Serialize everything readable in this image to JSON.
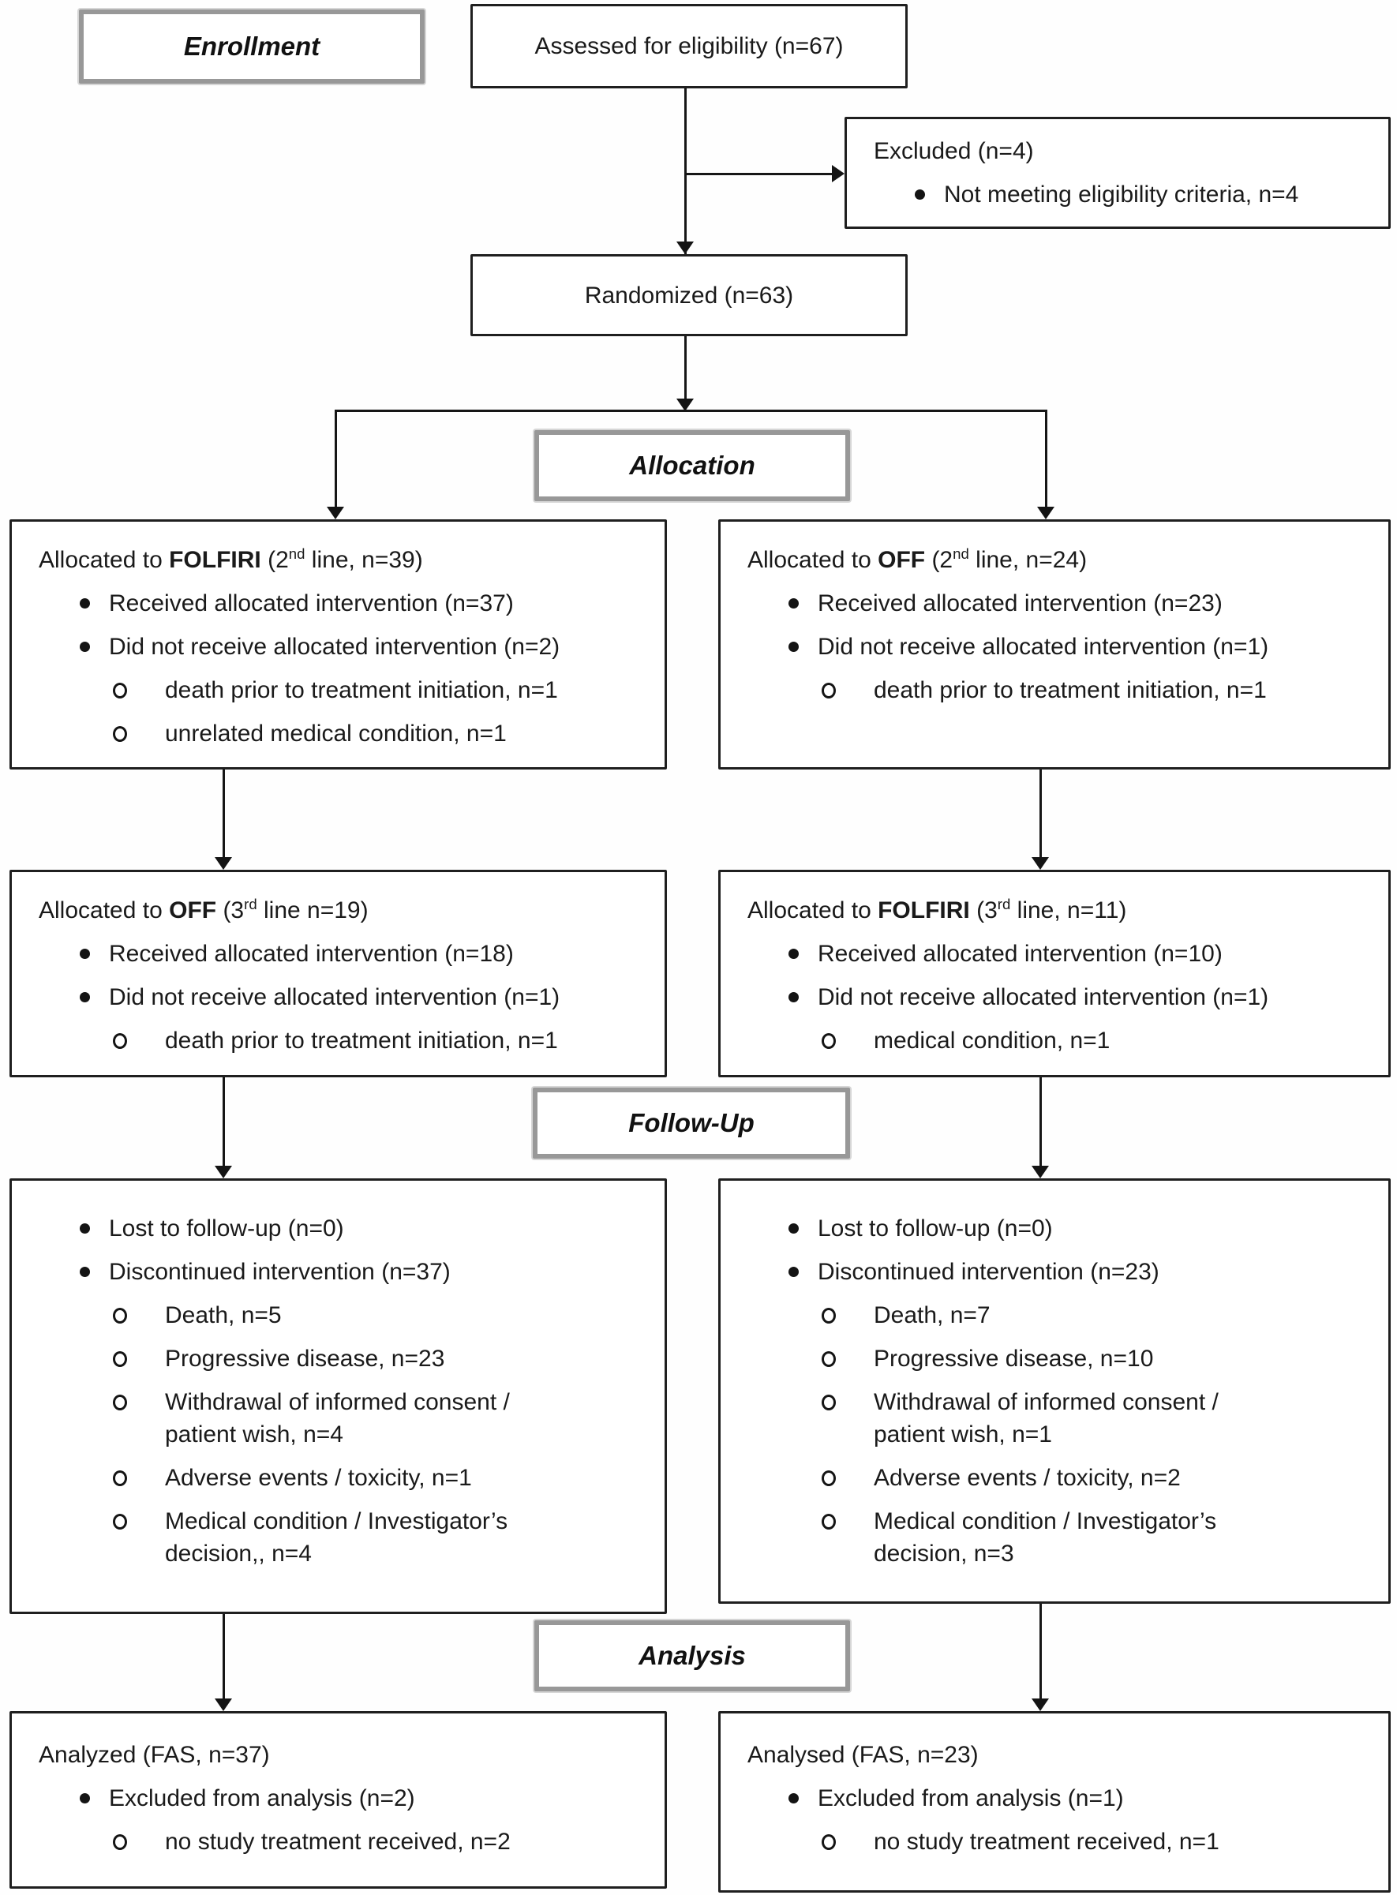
{
  "sections": {
    "enrollment": "Enrollment",
    "allocation": "Allocation",
    "follow_up": "Follow-Up",
    "analysis": "Analysis"
  },
  "assessed": {
    "text": "Assessed for eligibility (n=67)"
  },
  "excluded": {
    "title": "Excluded (n=4)",
    "items": [
      {
        "text": "Not meeting eligibility criteria, n=4"
      }
    ]
  },
  "randomized": {
    "text": "Randomized (n=63)"
  },
  "alloc_left": {
    "title_pre": "Allocated to ",
    "title_drug": "FOLFIRI",
    "title_open": " (2",
    "title_sup": "nd",
    "title_close": " line, n=39)",
    "items": [
      {
        "text": "Received allocated intervention (n=37)"
      },
      {
        "text": "Did not receive allocated intervention (n=2)"
      },
      {
        "text": "death prior to treatment initiation, n=1"
      },
      {
        "text": "unrelated medical condition, n=1"
      }
    ]
  },
  "alloc_right": {
    "title_pre": "Allocated to ",
    "title_drug": "OFF",
    "title_open": " (2",
    "title_sup": "nd",
    "title_close": " line, n=24)",
    "items": [
      {
        "text": "Received allocated intervention (n=23)"
      },
      {
        "text": "Did not receive allocated intervention (n=1)"
      },
      {
        "text": "death prior to treatment initiation, n=1"
      }
    ]
  },
  "line3_left": {
    "title_pre": "Allocated to ",
    "title_drug": "OFF",
    "title_open": " (3",
    "title_sup": "rd",
    "title_close": " line n=19)",
    "items": [
      {
        "text": "Received allocated intervention (n=18)"
      },
      {
        "text": "Did not receive allocated intervention (n=1)"
      },
      {
        "text": "death prior to treatment initiation, n=1"
      }
    ]
  },
  "line3_right": {
    "title_pre": "Allocated to ",
    "title_drug": "FOLFIRI",
    "title_open": " (3",
    "title_sup": "rd",
    "title_close": " line, n=11)",
    "items": [
      {
        "text": "Received allocated intervention (n=10)"
      },
      {
        "text": "Did not receive allocated intervention (n=1)"
      },
      {
        "text": "medical condition, n=1"
      }
    ]
  },
  "fu_left": {
    "items": [
      {
        "text": "Lost to follow-up (n=0)"
      },
      {
        "text": "Discontinued intervention (n=37)"
      },
      {
        "text": "Death, n=5"
      },
      {
        "text": "Progressive disease, n=23"
      },
      {
        "text": "Withdrawal of informed consent / patient wish, n=4"
      },
      {
        "text": "Adverse events / toxicity, n=1"
      },
      {
        "text": "Medical condition / Investigator’s decision,, n=4"
      }
    ]
  },
  "fu_right": {
    "items": [
      {
        "text": "Lost to follow-up (n=0)"
      },
      {
        "text": "Discontinued intervention (n=23)"
      },
      {
        "text": "Death, n=7"
      },
      {
        "text": "Progressive disease, n=10"
      },
      {
        "text": "Withdrawal of informed consent / patient wish, n=1"
      },
      {
        "text": "Adverse events / toxicity, n=2"
      },
      {
        "text": "Medical condition / Investigator’s decision, n=3"
      }
    ]
  },
  "analysis_left": {
    "title": "Analyzed (FAS, n=37)",
    "items": [
      {
        "text": "Excluded from analysis (n=2)"
      },
      {
        "text": "no study treatment received, n=2"
      }
    ]
  },
  "analysis_right": {
    "title": "Analysed (FAS, n=23)",
    "items": [
      {
        "text": "Excluded from analysis (n=1)"
      },
      {
        "text": "no study treatment received, n=1"
      }
    ]
  }
}
